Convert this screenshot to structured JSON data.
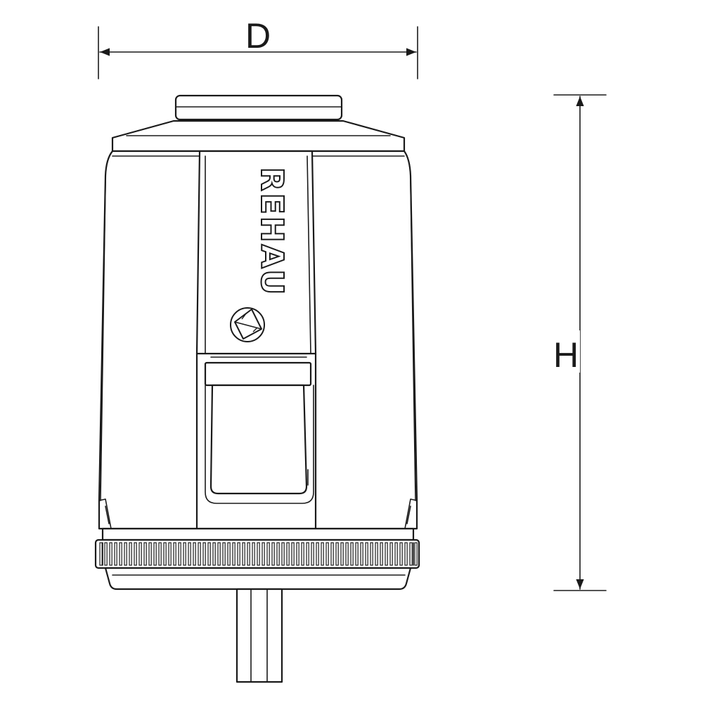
{
  "dimensions": {
    "width_label": "D",
    "height_label": "H"
  },
  "brand": {
    "logo_text": "REHAU"
  },
  "colors": {
    "line": "#1a1a1a",
    "background": "#ffffff"
  },
  "icons": {
    "brand_mark": "rehau-logo-icon"
  }
}
